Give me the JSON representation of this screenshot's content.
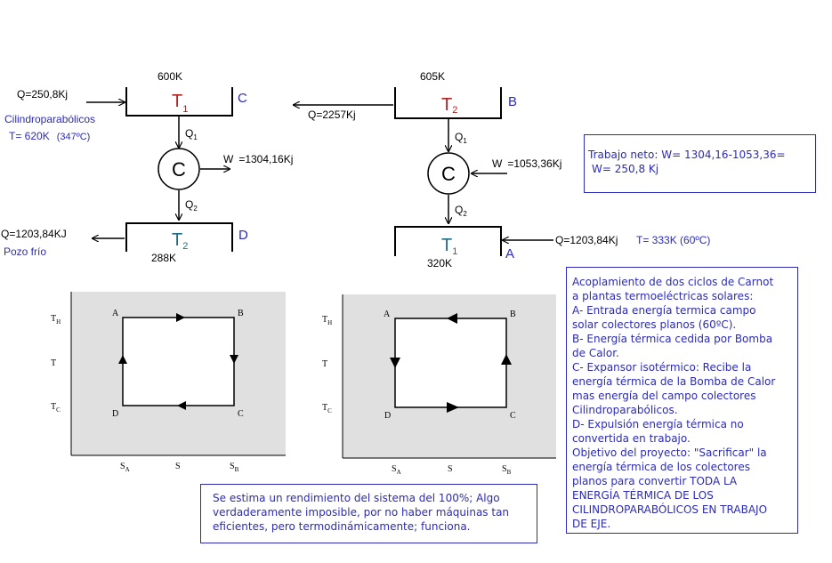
{
  "left_cycle": {
    "top_temp": "600K",
    "q_in": "Q=250,8Kj",
    "source_label": "Cilindroparabólicos",
    "source_temp": "T= 620K",
    "source_temp_c": "(347ºC)",
    "hot_reservoir": "T",
    "hot_sub": "1",
    "corner_top": "C",
    "q1": "Q",
    "q1_sub": "1",
    "engine": "C",
    "work": "W",
    "work_value": "=1304,16Kj",
    "q2": "Q",
    "q2_sub": "2",
    "q_out": "Q=1203,84KJ",
    "sink_label": "Pozo frío",
    "cold_reservoir": "T",
    "cold_sub": "2",
    "corner_bottom": "D",
    "bottom_temp": "288K"
  },
  "right_cycle": {
    "top_temp": "605K",
    "q_out": "Q=2257Kj",
    "hot_reservoir": "T",
    "hot_sub": "2",
    "corner_top": "B",
    "q1": "Q",
    "q1_sub": "1",
    "engine": "C",
    "work": "W",
    "work_value": "=1053,36Kj",
    "q2": "Q",
    "q2_sub": "2",
    "cold_reservoir": "T",
    "cold_sub": "1",
    "bottom_temp": "320K",
    "q_in": "Q=1203,84Kj",
    "input_temp": "T= 333K (60ºC)",
    "corner_bottom": "A"
  },
  "ts_plot": {
    "ylabels": {
      "th": "T",
      "th_sub": "H",
      "t": "T",
      "tc": "T",
      "tc_sub": "C"
    },
    "xlabels": {
      "sa": "S",
      "sa_sub": "A",
      "s": "S",
      "sb": "S",
      "sb_sub": "B"
    },
    "corners": {
      "a": "A",
      "b": "B",
      "c": "C",
      "d": "D"
    }
  },
  "boxes": {
    "trabajo": [
      "Trabajo neto: W= 1304,16-1053,36=",
      "W= 250,8 Kj"
    ],
    "acoplamiento": [
      "Acoplamiento de dos ciclos de Carnot",
      "a plantas termoeléctricas solares:",
      "A- Entrada energía termica campo",
      "solar colectores planos (60ºC).",
      "B- Energía térmica cedida por Bomba",
      "de Calor.",
      "C- Expansor isotérmico: Recibe la",
      "energía térmica de la Bomba de Calor",
      "mas energía del campo colectores",
      "Cilindroparabólicos.",
      "D- Expulsión energía térmica no",
      "convertida en trabajo.",
      "Objetivo del proyecto: \"Sacrificar\" la",
      "energía térmica de los colectores",
      "planos para convertir TODA LA",
      "ENERGÍA TÉRMICA DE LOS",
      "CILINDROPARABÓLICOS EN TRABAJO",
      "DE EJE."
    ],
    "rendimiento": [
      "Se estima un rendimiento del sistema del 100%; Algo",
      "verdaderamente imposible, por no haber máquinas tan",
      "eficientes, pero termodinámicamente; funciona."
    ]
  },
  "colors": {
    "reservoir_red": "#b22222",
    "reservoir_teal": "#1f6b88",
    "blue_text": "#2b2bb8",
    "plot_bg": "#e0e0e0"
  }
}
